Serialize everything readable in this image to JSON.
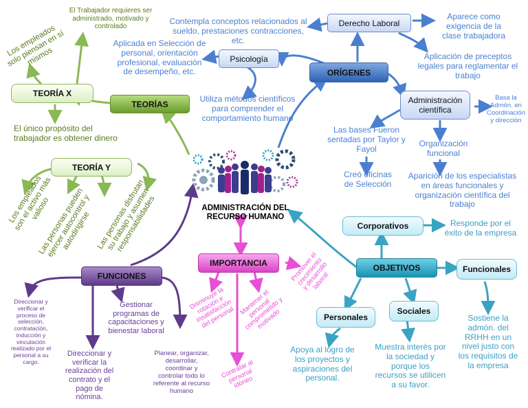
{
  "center": {
    "line1": "ADMINISTRACIÓN DEL",
    "line2": "RECURSO HUMANO"
  },
  "origenes": {
    "title": "ORÍGENES",
    "derecho": {
      "title": "Derecho Laboral",
      "left": [
        "Contempla conceptos relacionados al",
        "sueldo, prestaciones contracciones, etc."
      ],
      "right": [
        "Aparece como",
        "exigencia de la",
        "clase trabajadora"
      ],
      "bottom": [
        "Aplicación de preceptos",
        "legales para reglamentar el",
        "trabajo"
      ]
    },
    "psicologia": {
      "title": "Psicología",
      "left": [
        "Aplicada en Selección de",
        "personal, orientación",
        "profesional, evaluación",
        "de desempeño, etc."
      ],
      "bottom": [
        "Utiliza métodos científicos",
        "para comprender el",
        "comportamiento humano"
      ]
    },
    "admin": {
      "title": [
        "Administración",
        "científica"
      ],
      "right": [
        "Basa la",
        "Admón. en",
        "Coordinación",
        "y dirección"
      ],
      "bases": [
        "Las bases Fueron",
        "sentadas por Taylor y",
        "Fayol"
      ],
      "oficinas": [
        "Creó oficinas",
        "de Selección"
      ],
      "funcional": [
        "Organización",
        "funcional"
      ],
      "especialistas": [
        "Aparición de los especialistas",
        "en áreas funcionales y",
        "organización científica del",
        "trabajo"
      ]
    }
  },
  "teorias": {
    "title": "TEORÍAS",
    "x": {
      "title": "TEORÍA X",
      "top": [
        "El Trabajador requieres ser",
        "administrado, motivado y",
        "controlado"
      ],
      "left": [
        "Los empleados",
        "solo piensan en sí",
        "mismos"
      ],
      "bottom": [
        "El único propósito del",
        "trabajador es obtener dinero"
      ]
    },
    "y": {
      "title": "TEORÍA Y",
      "a": [
        "Los empleados",
        "son el activo más",
        "valioso"
      ],
      "b": [
        "Las personas pueden",
        "ejercer autocontrol y",
        "autodirigirse"
      ],
      "c": [
        "Las personas disfrutan",
        "su trabajo y asumen",
        "responsabilidades"
      ]
    }
  },
  "funciones": {
    "title": "FUNCIONES",
    "a": [
      "Direccionar y",
      "verificar el",
      "proceso de",
      "selección,",
      "contratación,",
      "inducción y",
      "vinculación",
      "realizado por el",
      "personal a su",
      "cargo."
    ],
    "b": [
      "Direccionar y",
      "verificar la",
      "realización del",
      "contrato y el",
      "pago de",
      "nómina."
    ],
    "c": [
      "Gestionar",
      "programas de",
      "capacitaciones y",
      "bienestar laboral"
    ],
    "d": [
      "Planear, organizar,",
      "desarrollar,",
      "coordinar y",
      "controlar todo lo",
      "referente al recurso",
      "humano"
    ]
  },
  "importancia": {
    "title": "IMPORTANCIA",
    "a": [
      "Disminuye la",
      "rotación e",
      "insatisfacción",
      "del personal"
    ],
    "b": [
      "Mantener el",
      "personal",
      "comprometido y",
      "motivado"
    ],
    "c": [
      "Promover el",
      "crecimiento",
      "y desarrollo",
      "laboral"
    ],
    "d": [
      "Contratar al",
      "personal",
      "idóneo"
    ]
  },
  "objetivos": {
    "title": "OBJETIVOS",
    "corporativos": {
      "title": "Corporativos",
      "text": [
        "Responde por el",
        "éxito de la empresa"
      ]
    },
    "funcionales": {
      "title": "Funcionales",
      "text": [
        "Sostiene la",
        "admón. del",
        "RRHH en un",
        "nivel justo con",
        "los requisitos de",
        "la empresa"
      ]
    },
    "sociales": {
      "title": "Sociales",
      "text": [
        "Muestra interés por",
        "la sociedad y",
        "porque los",
        "recursos se utilicen",
        "a su favor."
      ]
    },
    "personales": {
      "title": "Personales",
      "text": [
        "Apoya al logro de",
        "los proyectos y",
        "aspiraciones del",
        "personal."
      ]
    }
  },
  "colors": {
    "blue": "#2e63b6",
    "blueText": "#4a7fd0",
    "green": "#86b24e",
    "greenText": "#5a7a1e",
    "purple": "#5e3a8a",
    "purpleText": "#6a3d98",
    "pink": "#e64fd6",
    "teal": "#3aa3c2",
    "tealText": "#3a9fc4"
  }
}
